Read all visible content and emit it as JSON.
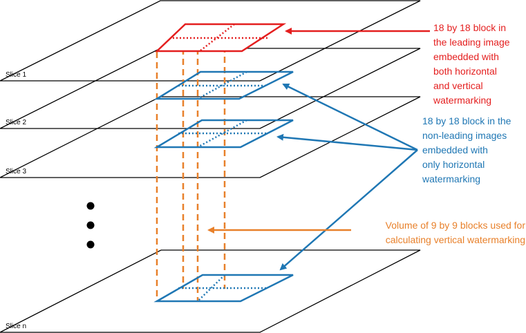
{
  "slices": [
    {
      "label": "Slice 1"
    },
    {
      "label": "Slice 2"
    },
    {
      "label": "Slice 3"
    },
    {
      "label": "Slice n"
    }
  ],
  "annotations": {
    "leading": {
      "lines": [
        "18 by 18 block in",
        "the leading image",
        "embedded with",
        "both horizontal",
        "and vertical",
        "watermarking"
      ],
      "color": "#e41e1e"
    },
    "nonleading": {
      "lines": [
        "18 by 18 block in the",
        "non-leading images",
        "embedded with",
        "only horizontal",
        "watermarking"
      ],
      "color": "#1f77b4"
    },
    "volume": {
      "lines": [
        "Volume of 9 by 9 blocks used for",
        "calculating vertical watermarking"
      ],
      "color": "#e8802a"
    }
  },
  "colors": {
    "slice_outline": "#000000",
    "leading_block": "#e41e1e",
    "nonleading_block": "#1f77b4",
    "volume_lines": "#e8802a"
  }
}
